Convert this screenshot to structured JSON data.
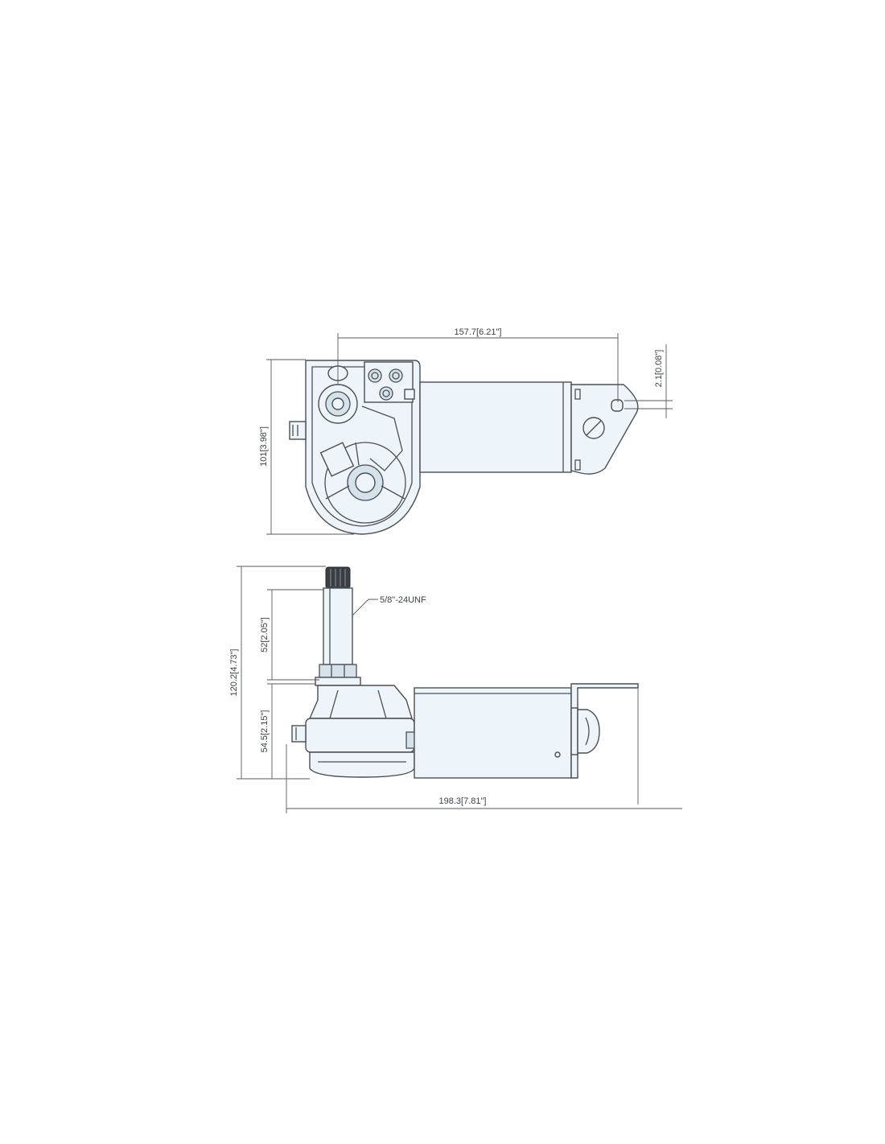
{
  "dimensions": {
    "top_length": "157.7[6.21\"]",
    "top_offset": "2.1[0.08\"]",
    "top_height": "101[3.98\"]",
    "side_total_height": "120.2[4.73\"]",
    "side_shaft_height": "52[2.05\"]",
    "side_body_height": "54.5[2.15\"]",
    "side_total_length": "198.3[7.81\"]"
  },
  "callouts": {
    "thread": "5/8\"-24UNF"
  }
}
